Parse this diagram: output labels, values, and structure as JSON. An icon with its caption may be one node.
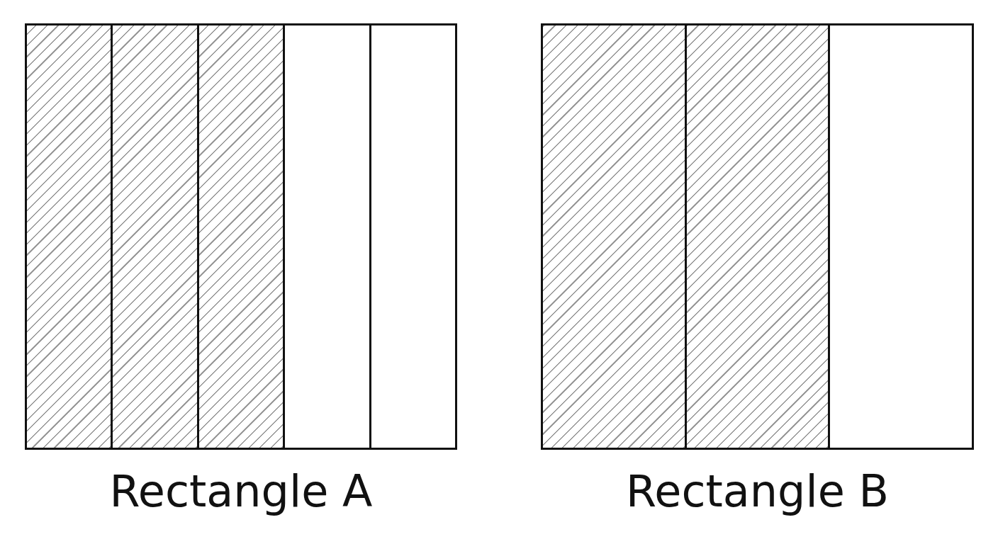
{
  "diagram": {
    "nodes": [
      {
        "text": [
          "Rectangle A"
        ]
      },
      {
        "text": [],
        "shape": "hatched",
        "in": 0
      },
      {
        "text": [],
        "shape": "hatched",
        "in": 0
      },
      {
        "text": [],
        "shape": "hatched",
        "in": 0
      },
      {
        "text": [],
        "shape": "box",
        "in": 0
      },
      {
        "text": [],
        "shape": "box",
        "in": 0
      },
      {
        "text": [
          "Rectangle B"
        ]
      },
      {
        "text": [],
        "shape": "hatched",
        "in": 6
      },
      {
        "text": [],
        "shape": "hatched",
        "in": 6
      },
      {
        "text": [],
        "shape": "box",
        "in": 6
      }
    ]
  }
}
